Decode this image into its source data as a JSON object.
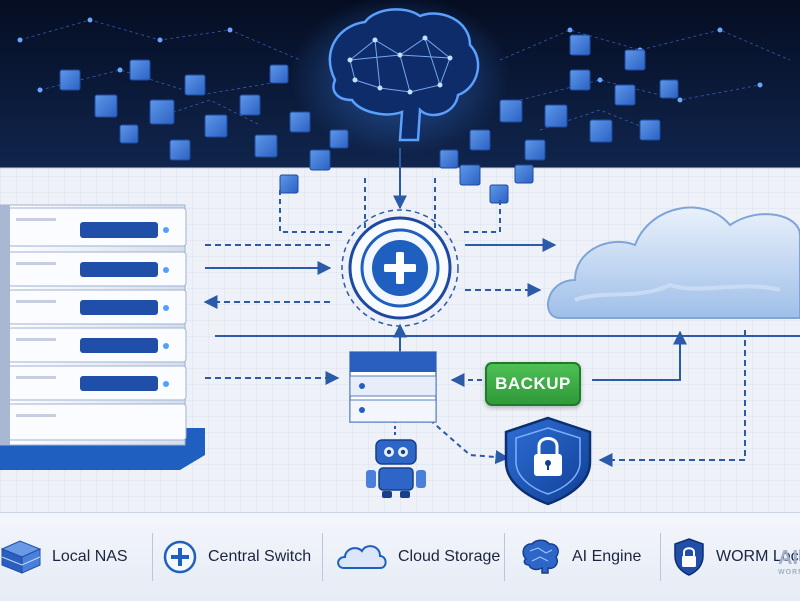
{
  "diagram": {
    "backup_label": "BACKUP",
    "watermark_text": "AI",
    "watermark_sub": "WORM"
  },
  "legend": {
    "items": [
      {
        "label": "Local NAS",
        "icon": "server-icon"
      },
      {
        "label": "Central Switch",
        "icon": "plus-circle-icon"
      },
      {
        "label": "Cloud Storage",
        "icon": "cloud-icon"
      },
      {
        "label": "AI Engine",
        "icon": "brain-icon"
      },
      {
        "label": "WORM Lock",
        "icon": "shield-lock-icon"
      }
    ]
  },
  "colors": {
    "accent_blue": "#1f5fbf",
    "dark_navy": "#0a1630",
    "backup_green": "#3aa845",
    "arrow_blue": "#2a5aa8"
  }
}
